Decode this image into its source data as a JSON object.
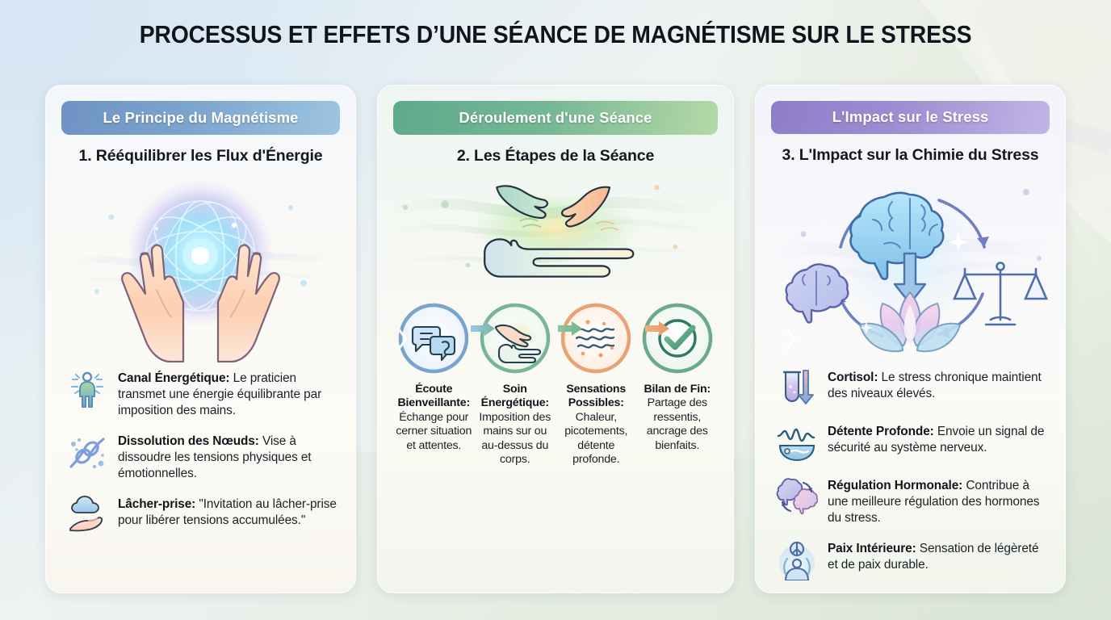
{
  "title": "PROCESSUS ET EFFETS D’UNE SÉANCE DE MAGNÉTISME SUR LE STRESS",
  "colors": {
    "banner_blue": "#7ba4cd",
    "banner_green": "#76b894",
    "banner_purple": "#9d8ed2",
    "background_top_left": "#dbe8f3",
    "background_bottom_right": "#dde6d8",
    "card_background": "#faf8f5",
    "body_text": "#1b2028"
  },
  "columns": [
    {
      "id": "principe",
      "banner": "Le Principe du Magnétisme",
      "subtitle": "1. Rééquilibrer les Flux d'Énergie",
      "hero_icon": "hands-energy-orb-illustration",
      "bullets": [
        {
          "icon": "radiant-person-icon",
          "term": "Canal Énergétique:",
          "text": " Le praticien transmet une énergie équilibrante par imposition des mains."
        },
        {
          "icon": "knot-untying-icon",
          "term": "Dissolution des Nœuds:",
          "text": " Vise à dissoudre les tensions physiques et émotionnelles."
        },
        {
          "icon": "cloud-in-hand-icon",
          "term": "Lâcher-prise:",
          "text": " \"Invitation au lâcher-prise pour libérer tensions accumulées.\""
        }
      ]
    },
    {
      "id": "deroulement",
      "banner": "Déroulement d'une Séance",
      "subtitle": "2. Les Étapes de la Séance",
      "hero_icon": "hands-over-lying-body-illustration",
      "steps": [
        {
          "icon": "speech-bubbles-ear-icon",
          "accent": "#7ba4cd",
          "term": "Écoute Bienveillante:",
          "text": "Échange pour cerner situation et attentes."
        },
        {
          "icon": "hand-over-body-icon",
          "accent": "#77b694",
          "term": "Soin Énergétique:",
          "text": "Imposition des mains sur ou au-dessus du corps."
        },
        {
          "icon": "sensation-waves-icon",
          "accent": "#e8a273",
          "term": "Sensations Possibles:",
          "text": "Chaleur, picotements, détente profonde."
        },
        {
          "icon": "check-circle-icon",
          "accent": "#6aa98a",
          "term": "Bilan de Fin:",
          "text": "Partage des ressentis, ancrage des bienfaits."
        }
      ]
    },
    {
      "id": "impact",
      "banner": "L'Impact sur le Stress",
      "subtitle": "3. L'Impact sur la Chimie du Stress",
      "hero_icon": "brain-scales-lotus-cycle-illustration",
      "bullets": [
        {
          "icon": "test-tube-down-arrow-icon",
          "term": "Cortisol:",
          "text": " Le stress chronique maintient des niveaux élevés."
        },
        {
          "icon": "calm-wave-person-icon",
          "term": "Détente Profonde:",
          "text": " Envoie un signal de sécurité au système nerveux."
        },
        {
          "icon": "brain-balance-cycle-icon",
          "term": "Régulation Hormonale:",
          "text": " Contribue à une meilleure régulation des hormones du stress."
        },
        {
          "icon": "peace-figure-icon",
          "term": "Paix Intérieure:",
          "text": " Sensation de légèreté et de paix durable."
        }
      ]
    }
  ]
}
